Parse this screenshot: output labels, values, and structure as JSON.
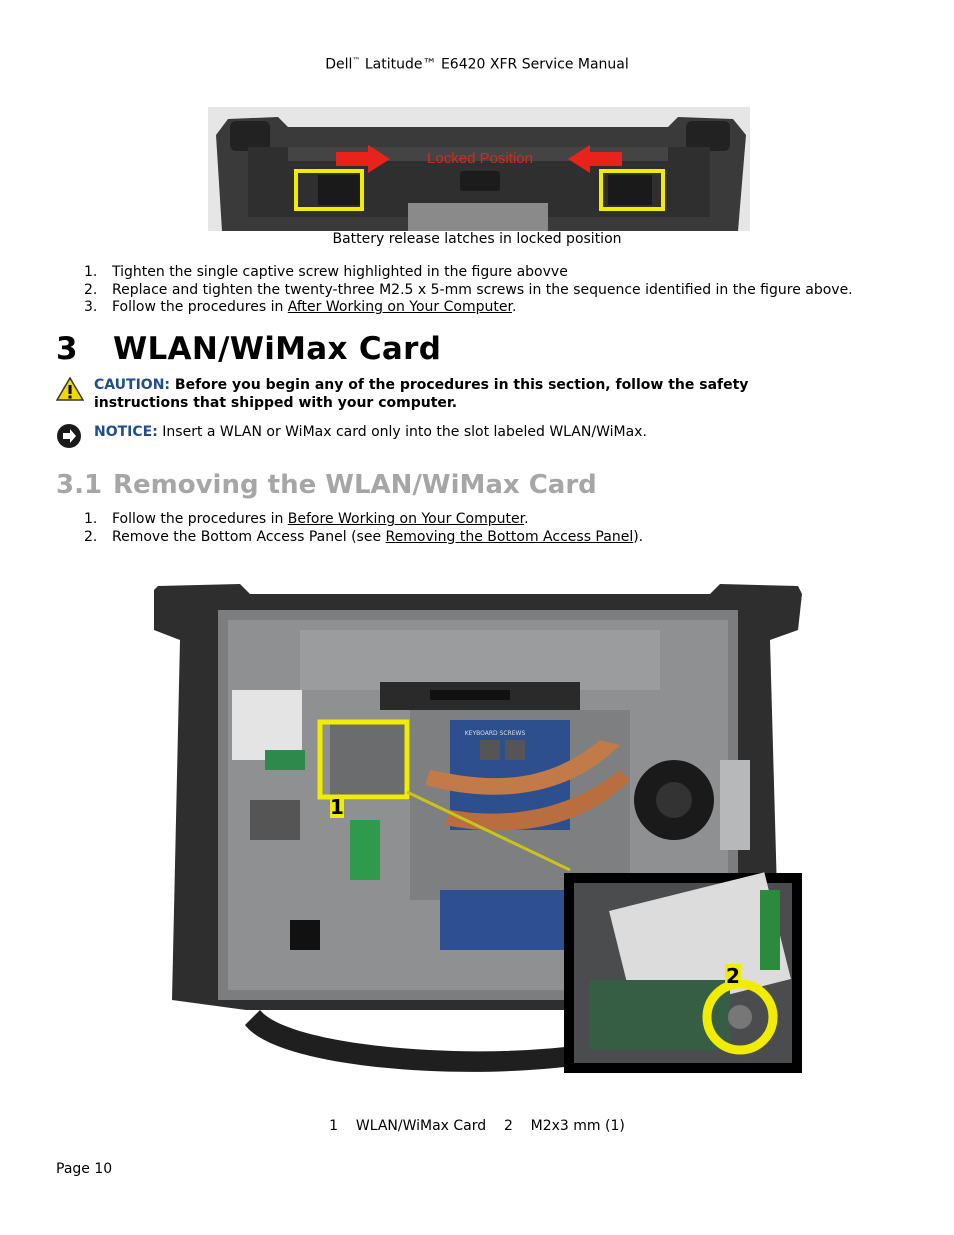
{
  "header": {
    "brand": "Dell",
    "tm": "™",
    "rest": " Latitude™ E6420 XFR Service Manual"
  },
  "figure1": {
    "overlay_text": "Locked Position",
    "caption": "Battery release latches in locked position"
  },
  "steps1": [
    {
      "num": "1.",
      "text": "Tighten the single captive screw highlighted in the figure abovve"
    },
    {
      "num": "2.",
      "text": "Replace and tighten the twenty-three M2.5 x 5-mm screws in the sequence identified in the figure above."
    },
    {
      "num": "3.",
      "pre": "Follow the procedures in ",
      "link": "After Working on Your Computer",
      "post": "."
    }
  ],
  "section3": {
    "number": "3",
    "title": "WLAN/WiMax Card"
  },
  "caution": {
    "label": "CAUTION:",
    "text_line1": " Before you begin any of the procedures in this section, follow the safety",
    "text_line2": "instructions that shipped with your computer."
  },
  "notice": {
    "label": "NOTICE:",
    "text": " Insert a WLAN or WiMax card only into the slot labeled WLAN/WiMax."
  },
  "section31": {
    "number": "3.1",
    "title": "Removing the WLAN/WiMax Card"
  },
  "steps2": [
    {
      "num": "1.",
      "pre": "Follow the procedures in ",
      "link": "Before Working on Your Computer",
      "post": "."
    },
    {
      "num": "2.",
      "pre": "Remove the Bottom Access Panel (see ",
      "link": "Removing the Bottom Access Panel",
      "post": ")."
    }
  ],
  "figure2": {
    "callout1": "1",
    "callout2": "2",
    "board_label": "KEYBOARD SCREWS",
    "caption": "1    WLAN/WiMax Card    2    M2x3 mm (1)"
  },
  "footer": {
    "page": "Page 10"
  },
  "colors": {
    "notice_label": "#1f4e8c",
    "subheading": "#a6a6a6",
    "highlight": "#f2ec00"
  }
}
